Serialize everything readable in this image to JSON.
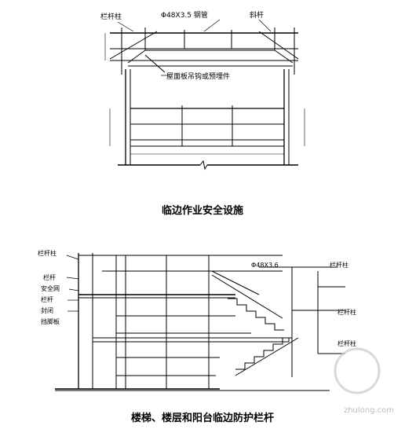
{
  "figure_top": {
    "caption": "临边作业安全设施",
    "labels": {
      "post": "栏杆柱",
      "pipe": "Φ48X3.5 钢管",
      "brace": "斜杆",
      "embed": "屋面板吊钩或预埋件"
    }
  },
  "figure_bottom": {
    "caption": "楼梯、楼层和阳台临边防护栏杆",
    "labels": {
      "post_left": "栏杆柱",
      "rail_left": "栏杆",
      "safety_net": "安全网",
      "rail2": "栏杆",
      "closed": "封闭",
      "toeboard": "挡脚板",
      "pipe": "Φ48X3.6",
      "post_right_top": "栏杆柱",
      "post_right_mid": "栏杆柱",
      "post_right_low": "栏杆柱"
    }
  },
  "watermark": {
    "site": "zhulong.com"
  }
}
